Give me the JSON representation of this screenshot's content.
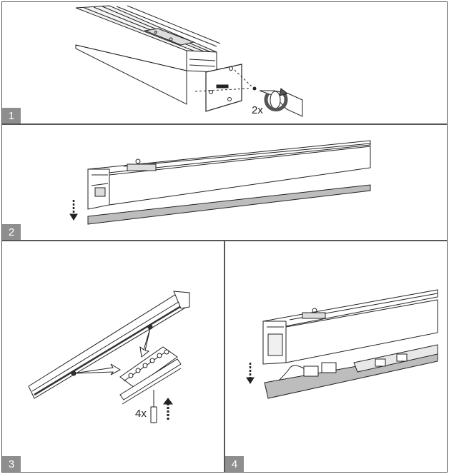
{
  "steps": [
    {
      "number": "1",
      "callout": "2x"
    },
    {
      "number": "2"
    },
    {
      "number": "3",
      "callout": "4x"
    },
    {
      "number": "4"
    }
  ]
}
